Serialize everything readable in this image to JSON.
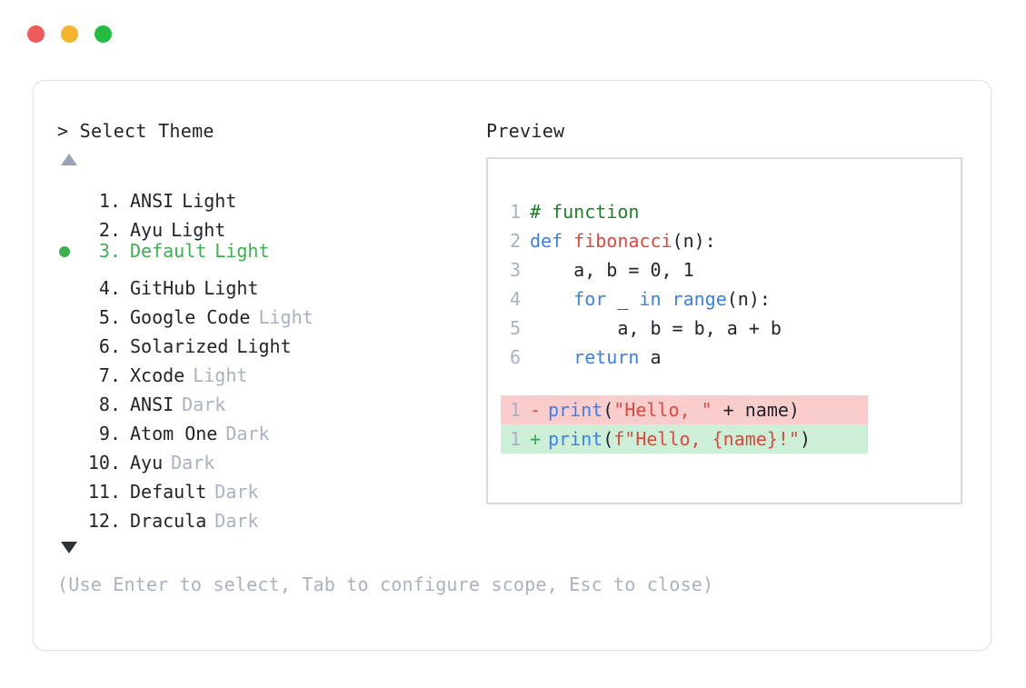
{
  "window": {
    "traffic_lights": [
      {
        "name": "close",
        "color": "#f2595b"
      },
      {
        "name": "minimize",
        "color": "#f6b32c"
      },
      {
        "name": "maximize",
        "color": "#23be41"
      }
    ]
  },
  "left": {
    "title": "> Select Theme",
    "scroll_up_icon": "triangle-up",
    "scroll_down_icon": "triangle-down",
    "selected_index": 3,
    "selection_color": "#3eaf4e",
    "items": [
      {
        "index": "1.",
        "name": "ANSI",
        "variant": "Light",
        "variant_dim": false,
        "selected": false
      },
      {
        "index": "2.",
        "name": "Ayu",
        "variant": "Light",
        "variant_dim": false,
        "selected": false
      },
      {
        "index": "3.",
        "name": "Default",
        "variant": "Light",
        "variant_dim": false,
        "selected": true
      },
      {
        "index": "4.",
        "name": "GitHub",
        "variant": "Light",
        "variant_dim": false,
        "selected": false
      },
      {
        "index": "5.",
        "name": "Google Code",
        "variant": "Light",
        "variant_dim": true,
        "selected": false
      },
      {
        "index": "6.",
        "name": "Solarized",
        "variant": "Light",
        "variant_dim": false,
        "selected": false
      },
      {
        "index": "7.",
        "name": "Xcode",
        "variant": "Light",
        "variant_dim": true,
        "selected": false
      },
      {
        "index": "8.",
        "name": "ANSI",
        "variant": "Dark",
        "variant_dim": true,
        "selected": false
      },
      {
        "index": "9.",
        "name": "Atom One",
        "variant": "Dark",
        "variant_dim": true,
        "selected": false
      },
      {
        "index": "10.",
        "name": "Ayu",
        "variant": "Dark",
        "variant_dim": true,
        "selected": false
      },
      {
        "index": "11.",
        "name": "Default",
        "variant": "Dark",
        "variant_dim": true,
        "selected": false
      },
      {
        "index": "12.",
        "name": "Dracula",
        "variant": "Dark",
        "variant_dim": true,
        "selected": false
      }
    ]
  },
  "right": {
    "title": "Preview",
    "code_lines": [
      {
        "num": "1",
        "tokens": [
          {
            "t": "# function",
            "c": "comment"
          }
        ]
      },
      {
        "num": "2",
        "tokens": [
          {
            "t": "def ",
            "c": "kw"
          },
          {
            "t": "fibonacci",
            "c": "fn"
          },
          {
            "t": "(n):",
            "c": "plain"
          }
        ]
      },
      {
        "num": "3",
        "tokens": [
          {
            "t": "    a, b = 0, 1",
            "c": "plain"
          }
        ]
      },
      {
        "num": "4",
        "tokens": [
          {
            "t": "    ",
            "c": "plain"
          },
          {
            "t": "for",
            "c": "kw"
          },
          {
            "t": " _ ",
            "c": "plain"
          },
          {
            "t": "in range",
            "c": "kw"
          },
          {
            "t": "(n):",
            "c": "plain"
          }
        ]
      },
      {
        "num": "5",
        "tokens": [
          {
            "t": "        a, b = b, a + b",
            "c": "plain"
          }
        ]
      },
      {
        "num": "6",
        "tokens": [
          {
            "t": "    ",
            "c": "plain"
          },
          {
            "t": "return",
            "c": "kw"
          },
          {
            "t": " a",
            "c": "plain"
          }
        ]
      }
    ],
    "diff": [
      {
        "num": "1",
        "mark": "-",
        "kind": "del",
        "tokens": [
          {
            "t": "print",
            "c": "kw"
          },
          {
            "t": "(",
            "c": "plain"
          },
          {
            "t": "\"Hello, \"",
            "c": "str"
          },
          {
            "t": " + name)",
            "c": "plain"
          }
        ]
      },
      {
        "num": "1",
        "mark": "+",
        "kind": "add",
        "tokens": [
          {
            "t": "print",
            "c": "kw"
          },
          {
            "t": "(",
            "c": "plain"
          },
          {
            "t": "f\"Hello, {name}!\"",
            "c": "str"
          },
          {
            "t": ")",
            "c": "plain"
          }
        ]
      }
    ]
  },
  "footer": {
    "hint": "(Use Enter to select, Tab to configure scope, Esc to close)"
  }
}
